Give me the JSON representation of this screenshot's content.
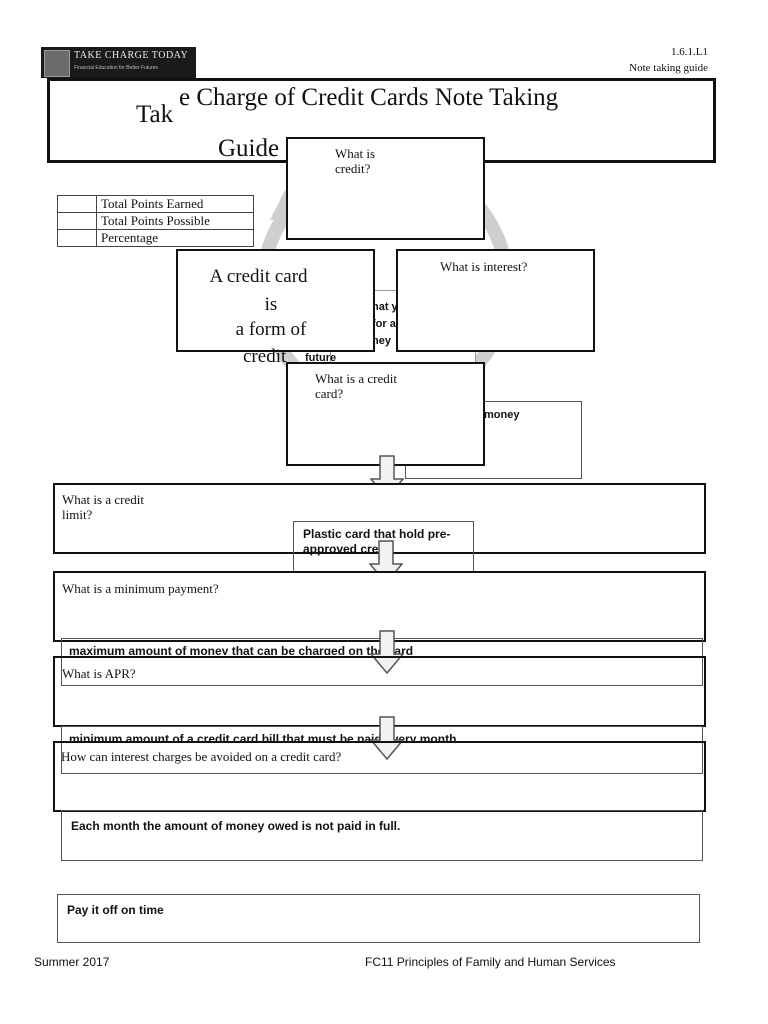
{
  "header": {
    "logo_title": "TAKE CHARGE TODAY",
    "logo_tagline": "Financial Education for Better Futures",
    "lesson_code": "1.6.1.L1",
    "doc_type": "Note taking guide"
  },
  "title": {
    "part1": "Tak",
    "part2": "e Charge of Credit Cards Note Taking",
    "part3": "Guide"
  },
  "score_table": {
    "rows": [
      "Total Points Earned",
      "Total Points Possible",
      "Percentage"
    ]
  },
  "cycle": {
    "center_text": "A credit card is a form of credit",
    "center_lines": [
      "A credit card",
      "is",
      "a form of",
      "credit"
    ],
    "hidden_fragment_1": "hat y",
    "hidden_fragment_2": "for a",
    "hidden_fragment_3": "ney",
    "hidden_fragment_4": "future",
    "q_credit": "What is credit?",
    "q_interest": "What is interest?",
    "q_credit_card": "What is a credit card?",
    "ans_money": "money"
  },
  "questions": {
    "credit_limit": "What is a credit limit?",
    "minimum_payment": "What is a minimum payment?",
    "apr": "What is APR?",
    "avoid_interest": "How can interest charges be avoided on a credit card?"
  },
  "answers": {
    "credit_card": "Plastic card that hold pre-approved credit",
    "credit_limit": "maximum amount of money that can be charged on the card",
    "minimum_payment": "minimum amount of a credit card bill that must be paid every month",
    "apr": "Each month the amount of money owed is not paid in full.",
    "avoid_interest": "Pay it off on time"
  },
  "footer": {
    "left": "Summer 2017",
    "center": "FC11 Principles of Family and Human Services"
  }
}
